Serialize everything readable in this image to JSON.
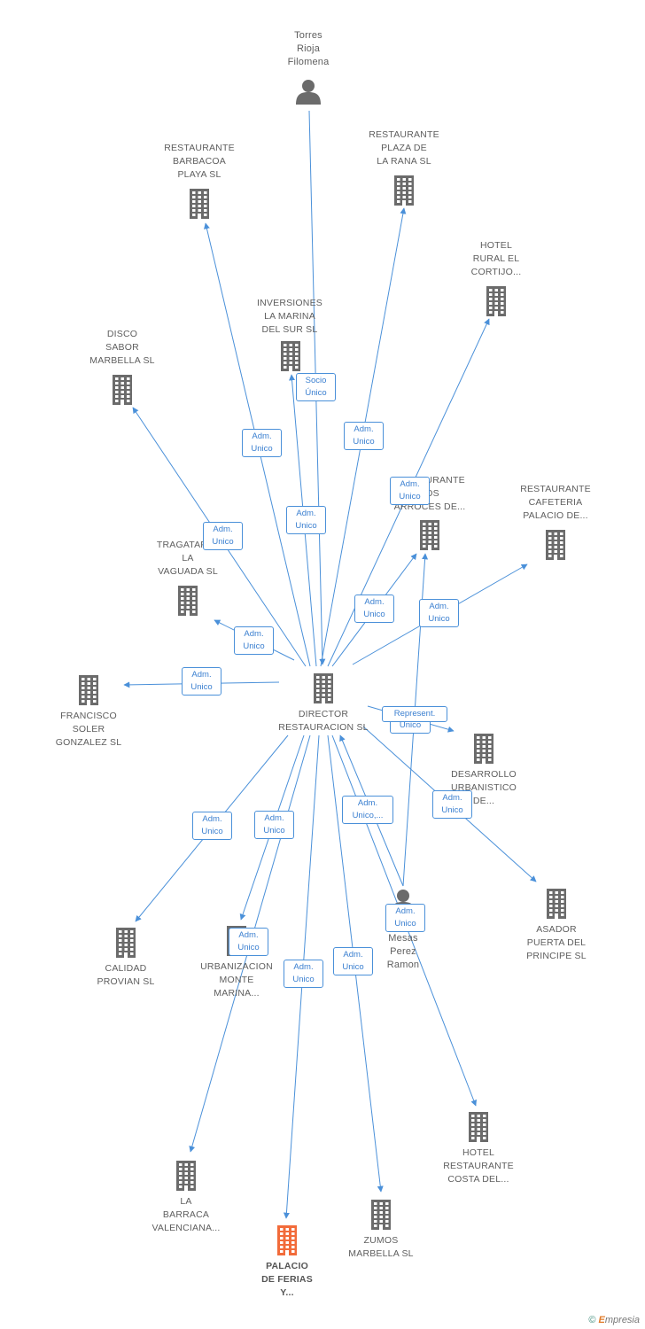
{
  "nodes": {
    "torres": {
      "lines": [
        "Torres",
        "Rioja",
        "Filomena"
      ]
    },
    "barbacoa": {
      "lines": [
        "RESTAURANTE",
        "BARBACOA",
        "PLAYA SL"
      ]
    },
    "plaza": {
      "lines": [
        "RESTAURANTE",
        "PLAZA DE",
        "LA RANA SL"
      ]
    },
    "hotel_rural": {
      "lines": [
        "HOTEL",
        "RURAL EL",
        "CORTIJO..."
      ]
    },
    "inversiones": {
      "lines": [
        "INVERSIONES",
        "LA MARINA",
        "DEL SUR SL"
      ]
    },
    "disco": {
      "lines": [
        "DISCO",
        "SABOR",
        "MARBELLA SL"
      ]
    },
    "arroces": {
      "lines": [
        "RESTAURANTE",
        "LOS",
        "ARROCES DE..."
      ]
    },
    "cafeteria": {
      "lines": [
        "RESTAURANTE",
        "CAFETERIA",
        "PALACIO DE..."
      ]
    },
    "tragatapas": {
      "lines": [
        "TRAGATAPAS",
        "LA",
        "VAGUADA SL"
      ]
    },
    "francisco": {
      "lines": [
        "FRANCISCO",
        "SOLER",
        "GONZALEZ SL"
      ]
    },
    "director": {
      "lines": [
        "DIRECTOR",
        "RESTAURACION SL"
      ]
    },
    "desarrollo": {
      "lines": [
        "DESARROLLO",
        "URBANISTICO",
        "DE..."
      ]
    },
    "calidad": {
      "lines": [
        "CALIDAD",
        "PROVIAN SL"
      ]
    },
    "urbanizacion": {
      "lines": [
        "URBANIZACION",
        "MONTE",
        "MARINA..."
      ]
    },
    "mesas": {
      "lines": [
        "Mesas",
        "Perez",
        "Ramon"
      ]
    },
    "asador": {
      "lines": [
        "ASADOR",
        "PUERTA DEL",
        "PRINCIPE SL"
      ]
    },
    "hotel_costa": {
      "lines": [
        "HOTEL",
        "RESTAURANTE",
        "COSTA DEL..."
      ]
    },
    "barraca": {
      "lines": [
        "LA",
        "BARRACA",
        "VALENCIANA..."
      ]
    },
    "zumos": {
      "lines": [
        "ZUMOS",
        "MARBELLA SL"
      ]
    },
    "palacio": {
      "lines": [
        "PALACIO",
        "DE FERIAS",
        "Y..."
      ]
    }
  },
  "edge_labels": {
    "socio": [
      "Socio",
      "Único"
    ],
    "barbacoa": [
      "Adm.",
      "Unico"
    ],
    "plaza": [
      "Adm.",
      "Unico"
    ],
    "arroces_top": [
      "Adm.",
      "Unico"
    ],
    "inversiones": [
      "Adm.",
      "Unico"
    ],
    "disco": [
      "Adm.",
      "Unico"
    ],
    "arroces": [
      "Adm.",
      "Unico"
    ],
    "cafeteria": [
      "Adm.",
      "Unico"
    ],
    "tragatapas": [
      "Adm.",
      "Unico"
    ],
    "francisco": [
      "Adm.",
      "Unico"
    ],
    "represent": [
      "Represent."
    ],
    "desarrollo": [
      "Unico"
    ],
    "mesas_dir": [
      "Adm.",
      "Unico,..."
    ],
    "asador": [
      "Adm.",
      "Unico"
    ],
    "calidad": [
      "Adm.",
      "Unico"
    ],
    "barraca": [
      "Adm.",
      "Unico"
    ],
    "urbanizacion": [
      "Adm.",
      "Unico"
    ],
    "mesas": [
      "Adm.",
      "Unico"
    ],
    "palacio": [
      "Adm.",
      "Unico"
    ],
    "zumos": [
      "Adm.",
      "Unico"
    ]
  },
  "footer": {
    "copyright": "©",
    "brand_e": "E",
    "brand_rest": "mpresia"
  },
  "colors": {
    "line": "#4a90d9",
    "icon": "#6b6b6b",
    "highlight": "#f26b3a"
  }
}
